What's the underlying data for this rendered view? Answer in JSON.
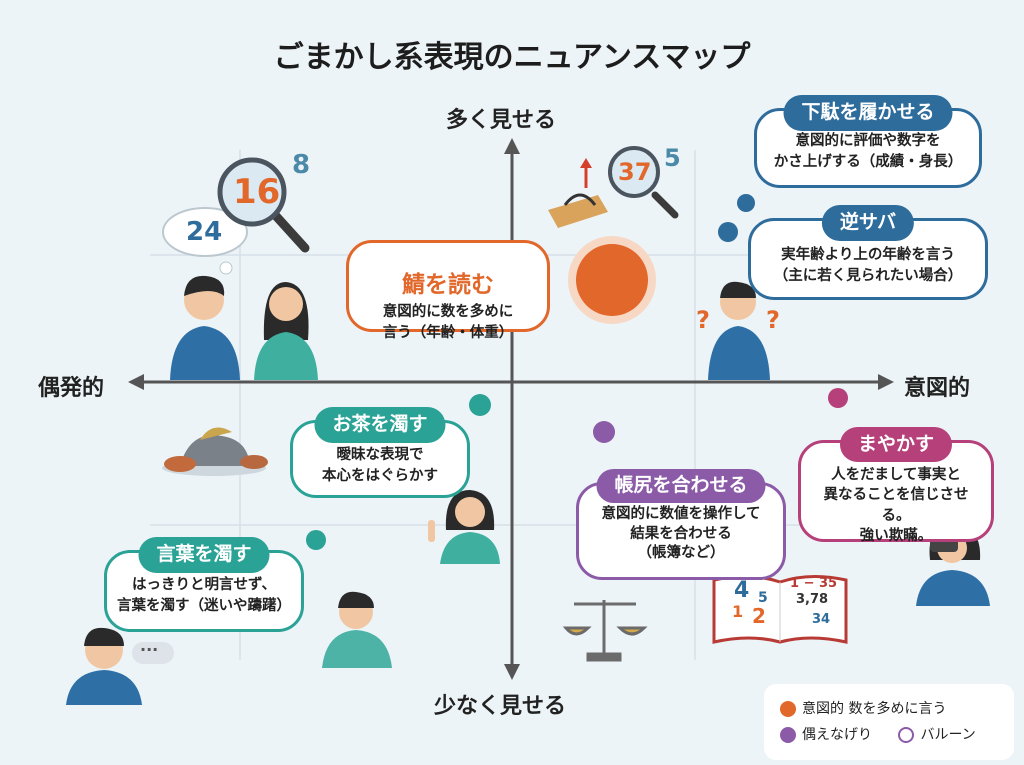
{
  "title": "ごまかし系表現のニュアンスマップ",
  "axes": {
    "top": "多く見せる",
    "bottom": "少なく見せる",
    "left": "偶発的",
    "right": "意図的"
  },
  "colors": {
    "orange": "#e2672a",
    "blue": "#2e6c9c",
    "teal": "#2aa296",
    "purple": "#8b5ba8",
    "magenta": "#b5407a"
  },
  "bubbles": {
    "saba": {
      "title": "鯖を読む",
      "line1": "意図的に数を多めに",
      "line2": "言う（年齢・体重）"
    },
    "geta": {
      "title": "下駄を履かせる",
      "line1": "意図的に評価や数字を",
      "line2": "かさ上げする（成績・身長）"
    },
    "gyakusaba": {
      "title": "逆サバ",
      "line1": "実年齢より上の年齢を言う",
      "line2": "（主に若く見られたい場合）"
    },
    "ocha": {
      "title": "お茶を濁す",
      "line1": "曖昧な表現で",
      "line2": "本心をはぐらかす"
    },
    "kotoba": {
      "title": "言葉を濁す",
      "line1": "はっきりと明言せず、",
      "line2": "言葉を濁す（迷いや躊躇）"
    },
    "chojiri": {
      "title": "帳尻を合わせる",
      "line1": "意図的に数値を操作して",
      "line2": "結果を合わせる",
      "line3": "（帳簿など）"
    },
    "mayakasu": {
      "title": "まやかす",
      "line1": "人をだまして事実と",
      "line2": "異なることを信じさせる。",
      "line3": "強い欺瞞。"
    }
  },
  "numbers": {
    "n16": "16",
    "n8": "8",
    "n24": "24",
    "n37": "37",
    "n5": "5",
    "book1": "4",
    "book2": "5",
    "book3": "1",
    "book4": "2",
    "book5": "1 − 35",
    "book6": "3,78",
    "book7": "34",
    "q": "?",
    "dots": "···"
  },
  "legend": {
    "item1": "意図的 数を多めに言う",
    "item2": "偶えなげり",
    "item3": "バルーン"
  }
}
